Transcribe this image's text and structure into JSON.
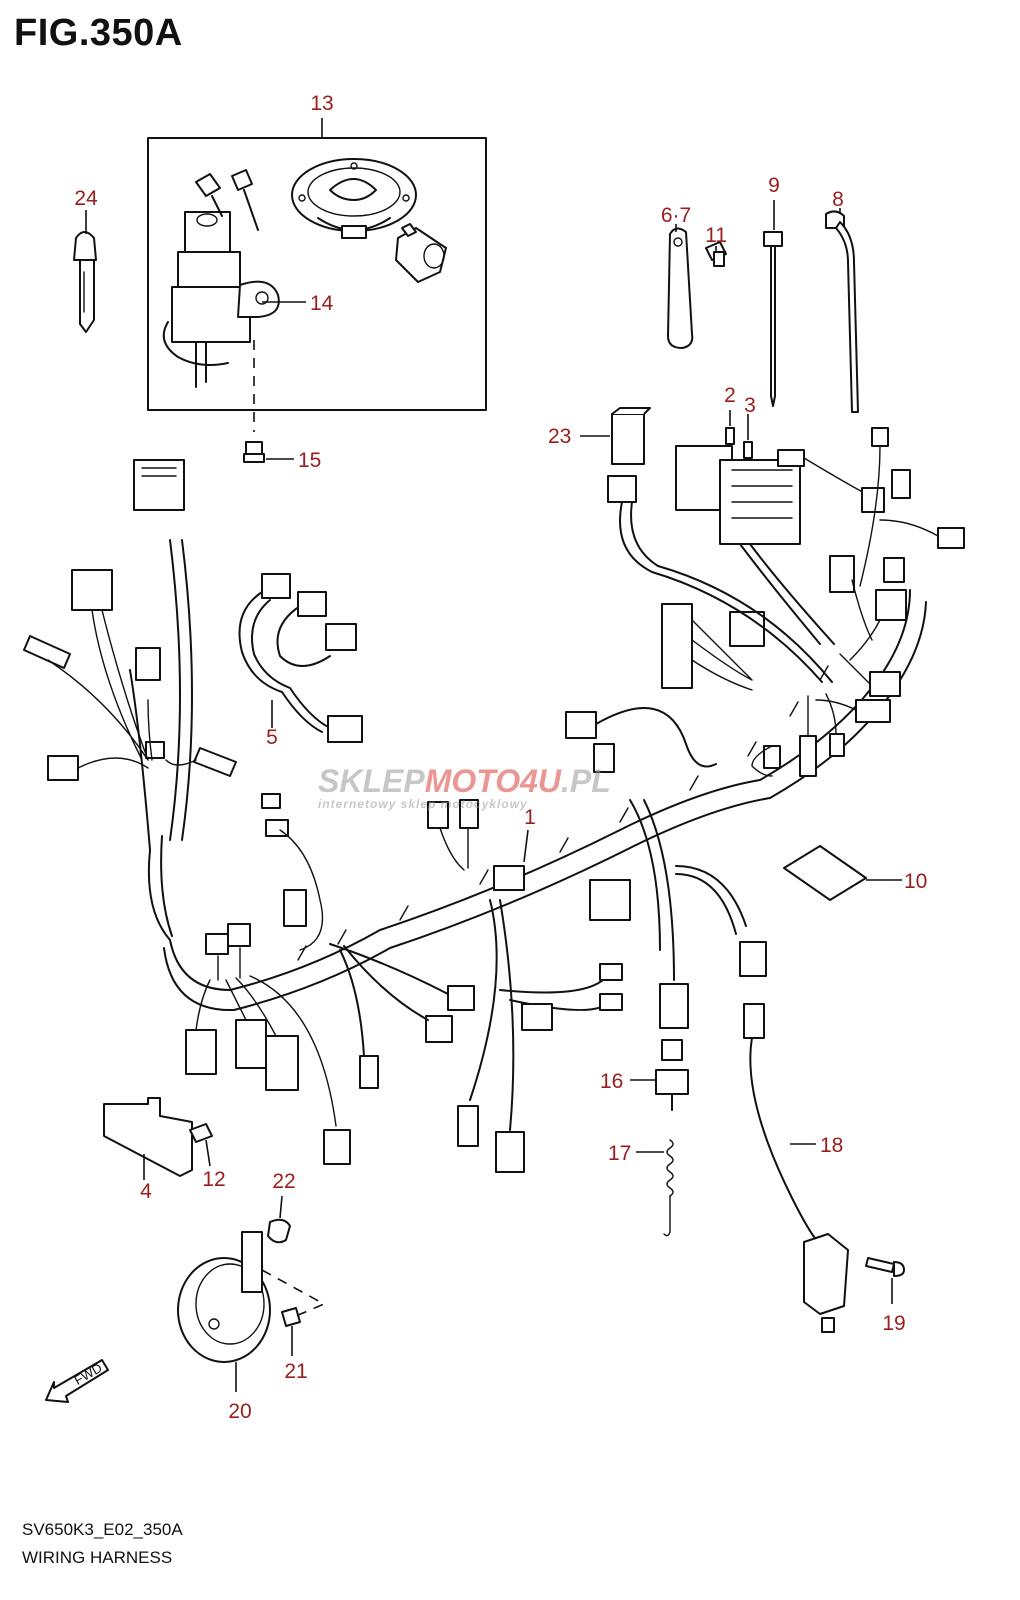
{
  "figure": {
    "title": "FIG.350A",
    "code": "SV650K3_E02_350A",
    "name": "WIRING HARNESS"
  },
  "watermark": {
    "brand_a": "SKLEP",
    "brand_b": "MOTO",
    "brand_c": "4U",
    "brand_d": ".PL",
    "tagline": "internetowy sklep motocyklowy"
  },
  "direction_marker": {
    "label": "FWD"
  },
  "parts": [
    {
      "id": "1",
      "label": "1"
    },
    {
      "id": "2",
      "label": "2"
    },
    {
      "id": "3",
      "label": "3"
    },
    {
      "id": "4",
      "label": "4"
    },
    {
      "id": "5",
      "label": "5"
    },
    {
      "id": "6-7",
      "label": "6·7"
    },
    {
      "id": "8",
      "label": "8"
    },
    {
      "id": "9",
      "label": "9"
    },
    {
      "id": "10",
      "label": "10"
    },
    {
      "id": "11",
      "label": "11"
    },
    {
      "id": "12",
      "label": "12"
    },
    {
      "id": "13",
      "label": "13"
    },
    {
      "id": "14",
      "label": "14"
    },
    {
      "id": "15",
      "label": "15"
    },
    {
      "id": "16",
      "label": "16"
    },
    {
      "id": "17",
      "label": "17"
    },
    {
      "id": "18",
      "label": "18"
    },
    {
      "id": "19",
      "label": "19"
    },
    {
      "id": "20",
      "label": "20"
    },
    {
      "id": "21",
      "label": "21"
    },
    {
      "id": "22",
      "label": "22"
    },
    {
      "id": "23",
      "label": "23"
    },
    {
      "id": "24",
      "label": "24"
    }
  ],
  "colors": {
    "line": "#111111",
    "callout": "#9b1d1d",
    "watermark_red": "#d9423c",
    "watermark_grey": "#9a9a9a"
  }
}
